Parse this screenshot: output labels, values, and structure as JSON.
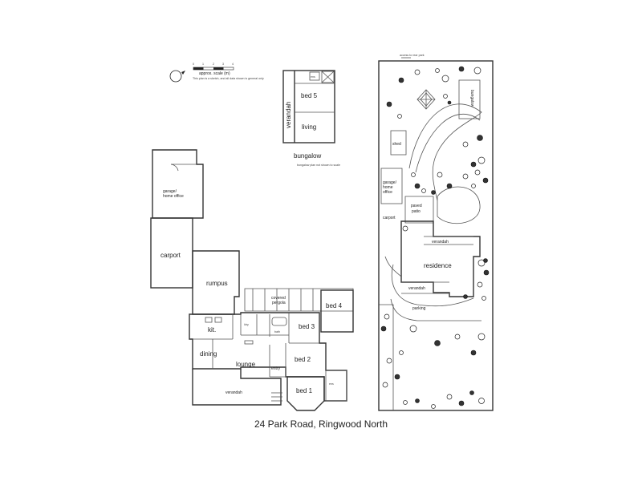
{
  "address": "24 Park Road, Ringwood North",
  "scale": {
    "ticks": [
      "0",
      "1",
      "2",
      "3",
      "4"
    ],
    "label": "approx. scale (m)",
    "note": "This plan is a sketch, and all data shown is general only"
  },
  "bungalow": {
    "title": "bungalow",
    "note": "bungalow plan not shown to scale",
    "rooms": {
      "verandah": "verandah",
      "bed": "bed 5",
      "living": "living",
      "ens": "ens"
    }
  },
  "house": {
    "garage": "garage/ home office",
    "carport": "carport",
    "rumpus": "rumpus",
    "pergola": "covered pergola",
    "bed4": "bed 4",
    "bed3": "bed 3",
    "kit": "kit.",
    "ldry": "ldry",
    "bath": "bath",
    "dining": "dining",
    "lounge": "lounge",
    "entry": "entry",
    "bed2": "bed 2",
    "bed1": "bed 1",
    "verandah": "verandah",
    "ens": "ens"
  },
  "site": {
    "top_note": "access to rear park",
    "bungalow": "bungalow",
    "shed": "shed",
    "garage": "garage/ home office",
    "paved_patio": "paved patio",
    "carport": "carport",
    "verandah_top": "verandah",
    "residence": "residence",
    "verandah_bottom": "verandah",
    "parking": "parking"
  }
}
